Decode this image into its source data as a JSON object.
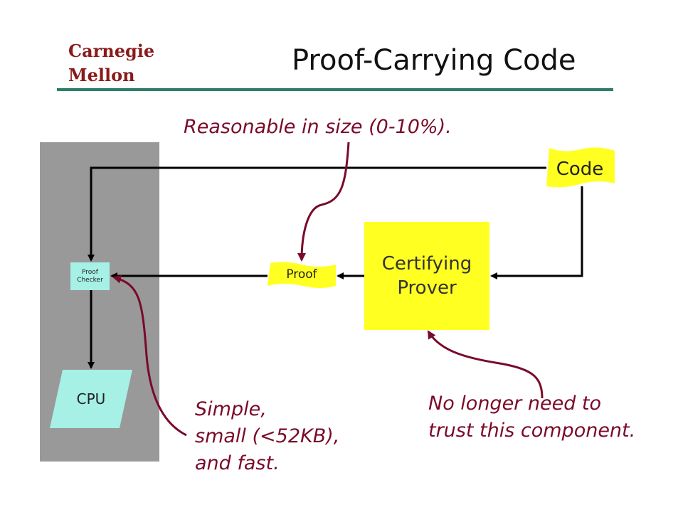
{
  "header": {
    "logo_line1": "Carnegie",
    "logo_line2": "Mellon",
    "title": "Proof-Carrying Code"
  },
  "diagram": {
    "proof_checker_line1": "Proof",
    "proof_checker_line2": "Checker",
    "cpu": "CPU",
    "code": "Code",
    "proof": "Proof",
    "certifying_prover_line1": "Certifying",
    "certifying_prover_line2": "Prover"
  },
  "annotations": {
    "size_note": "Reasonable in size (0-10%).",
    "checker_note_line1": "Simple,",
    "checker_note_line2": "small (<52KB),",
    "checker_note_line3": "and fast.",
    "prover_note_line1": "No longer need to",
    "prover_note_line2": "trust this component."
  },
  "colors": {
    "logo": "#8b1a1a",
    "rule": "#2e7d6a",
    "host_box": "#999999",
    "checker_and_cpu": "#a6f0e6",
    "prover_code_proof": "#ffff22",
    "annotation_text": "#7a0a2a"
  }
}
